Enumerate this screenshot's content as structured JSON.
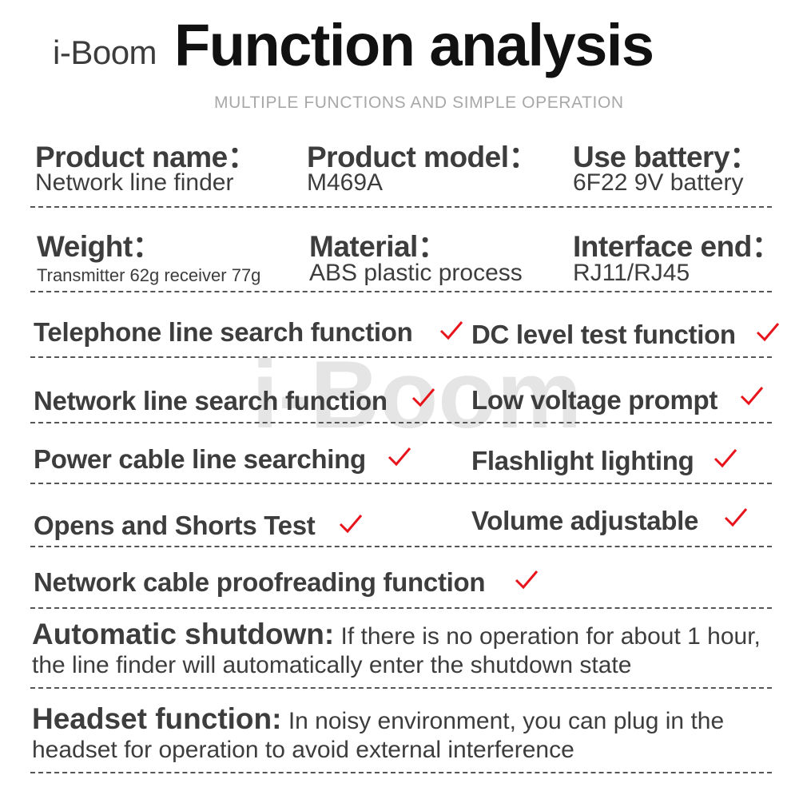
{
  "header": {
    "brand": "i-Boom",
    "title": "Function analysis",
    "subtitle": "MULTIPLE FUNCTIONS AND SIMPLE OPERATION"
  },
  "specs": [
    {
      "label": "Product name：",
      "value": "Network line finder"
    },
    {
      "label": "Product model：",
      "value": "M469A"
    },
    {
      "label": "Use battery：",
      "value": "6F22 9V battery"
    },
    {
      "label": "Weight：",
      "value": "Transmitter 62g receiver 77g"
    },
    {
      "label": "Material：",
      "value": "ABS plastic process"
    },
    {
      "label": "Interface end：",
      "value": "RJ11/RJ45"
    }
  ],
  "features": [
    "Telephone line search function",
    "DC level test function",
    "Network line search function",
    "Low voltage prompt",
    "Power cable line searching",
    "Flashlight lighting",
    "Opens and Shorts Test",
    "Volume adjustable",
    "Network cable proofreading function"
  ],
  "notes": [
    {
      "heading": "Automatic shutdown:",
      "text": "If there is no operation for about 1 hour, the line finder will automatically enter the shutdown state"
    },
    {
      "heading": "Headset function:",
      "text": "In noisy environment, you can plug in the headset for operation to avoid external interference"
    }
  ],
  "watermark": "i-Boom",
  "colors": {
    "check": "#e8141c",
    "logo_orange": "#f08a00",
    "divider": "#555555"
  }
}
